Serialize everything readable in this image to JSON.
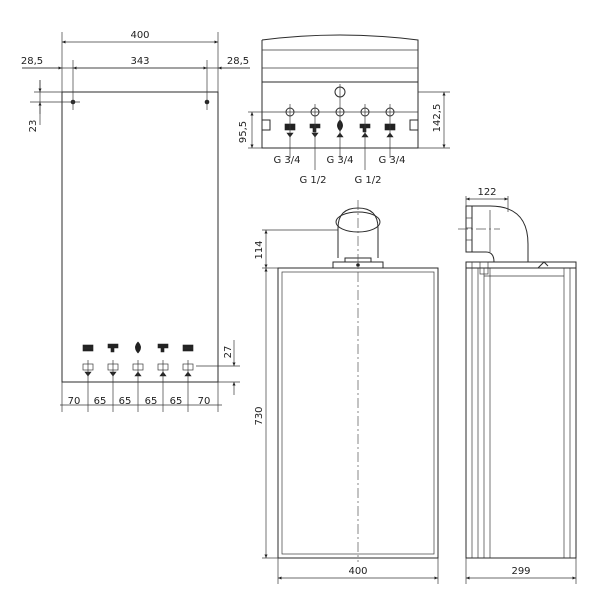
{
  "front_view": {
    "width": "400",
    "inner_span": "343",
    "side_offset_left": "28,5",
    "side_offset_right": "28,5",
    "top_offset": "23",
    "bottom_offset": "27",
    "connection_spacing": [
      "70",
      "65",
      "65",
      "65",
      "65",
      "70"
    ]
  },
  "connection_detail": {
    "left_height": "95,5",
    "right_height": "142,5",
    "thread_upper": [
      "G 3/4",
      "G 3/4",
      "G 3/4"
    ],
    "thread_lower": [
      "G 1/2",
      "G 1/2"
    ]
  },
  "main_view": {
    "flue_height": "114",
    "height": "730",
    "width": "400"
  },
  "side_view": {
    "flue_offset": "122",
    "depth": "299"
  }
}
